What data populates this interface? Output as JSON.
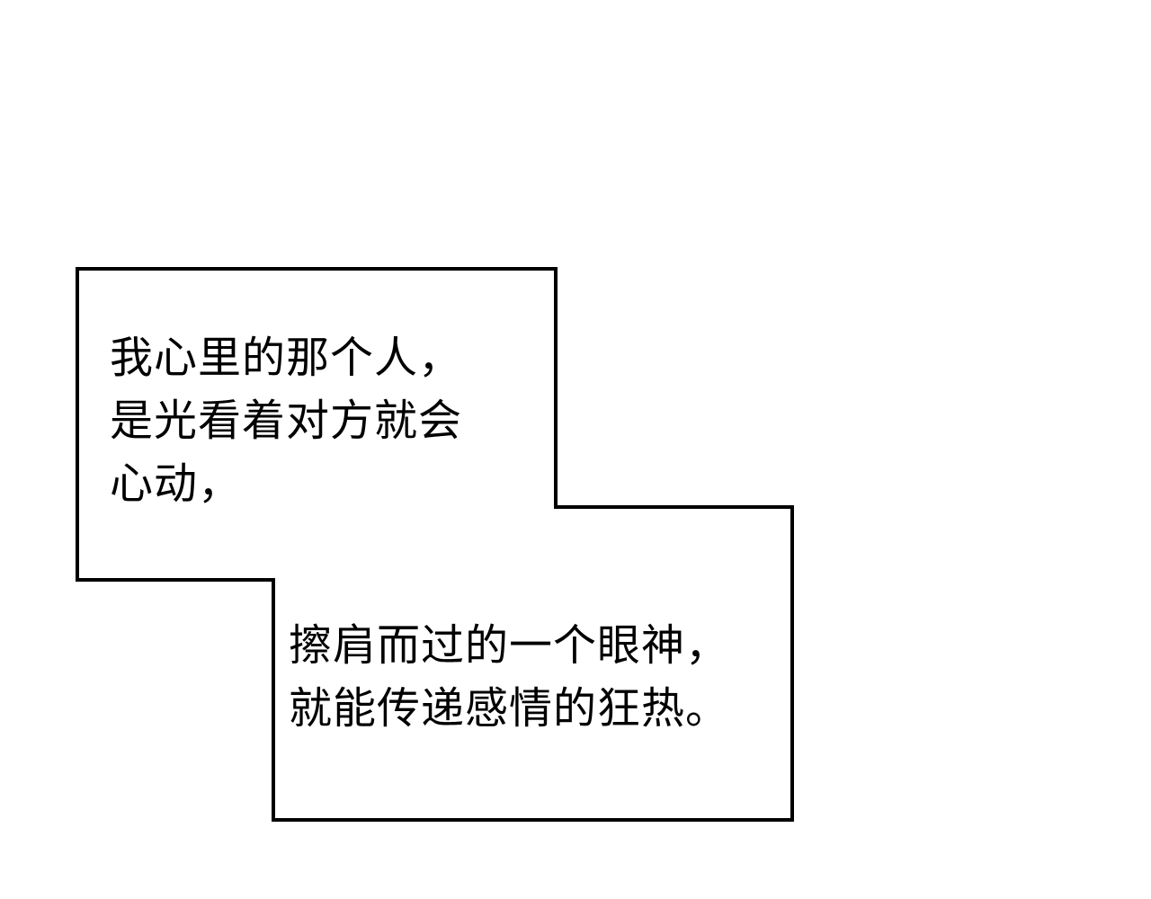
{
  "captions": {
    "upper": {
      "lines": [
        "我心里的那个人，",
        "是光看着对方就会",
        "心动，"
      ]
    },
    "lower": {
      "lines": [
        "擦肩而过的一个眼神，",
        "就能传递感情的狂热。"
      ]
    }
  },
  "colors": {
    "background": "#ffffff",
    "border": "#000000",
    "text": "#000000"
  }
}
